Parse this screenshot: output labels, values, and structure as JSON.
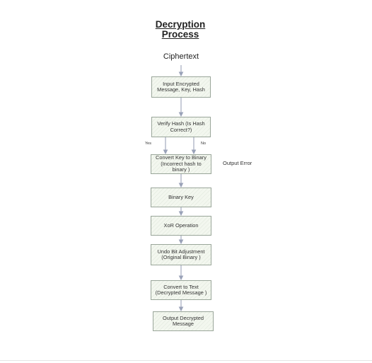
{
  "diagram": {
    "title": "Decryption Process",
    "start_label": "Ciphertext",
    "side_note": "Output Error",
    "branch_yes": "Yes",
    "branch_no": "No",
    "steps": [
      "Input Encrypted Message, Key, Hash",
      "Verify Hash (Is Hash Correct?)",
      "Convert Key to Binary (Incorrect hash to binary )",
      "Binary Key",
      "XoR Operation",
      "Undo Bit Adjustment (Original Binary )",
      "Convert to Text (Decrypted Message )",
      "Output Decrypted Message"
    ]
  },
  "colors": {
    "box_fill": "#f3f7ef",
    "box_border": "#9aa69a",
    "arrow": "#9aa2b8"
  }
}
